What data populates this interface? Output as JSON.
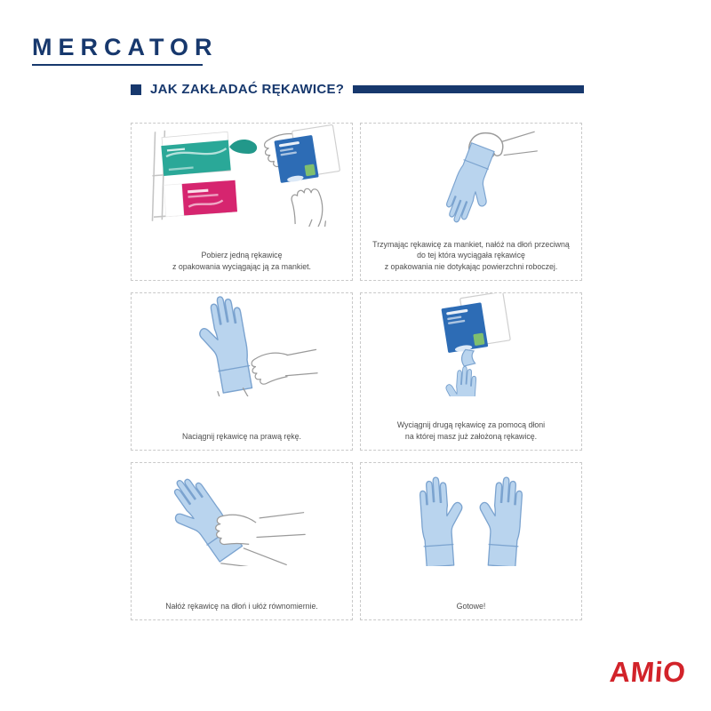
{
  "logos": {
    "mercator": "MERCATOR",
    "amio": "AMiO"
  },
  "header": {
    "title": "JAK ZAKŁADAĆ RĘKAWICE?"
  },
  "steps": [
    {
      "illustration": "glove-boxes-on-wall-rack",
      "caption": "Pobierz jedną rękawicę\nz opakowania wyciągając ją za mankiet."
    },
    {
      "illustration": "hand-holding-glove-by-cuff",
      "caption": "Trzymając rękawicę za mankiet, nałóż na dłoń przeciwną\ndo tej która wyciągała rękawicę\nz opakowania nie dotykając powierzchni roboczej."
    },
    {
      "illustration": "pulling-glove-onto-right-hand",
      "caption": "Naciągnij rękawicę na prawą rękę."
    },
    {
      "illustration": "pulling-second-glove-from-dispenser-box",
      "caption": "Wyciągnij drugą rękawicę za pomocą dłoni\nna której masz już założoną rękawicę."
    },
    {
      "illustration": "smoothing-glove-on-hand",
      "caption": "Nałóż rękawicę na dłoń i ułóż równomiernie."
    },
    {
      "illustration": "both-hands-gloved",
      "caption": "Gotowe!"
    }
  ],
  "colors": {
    "navy": "#17386d",
    "caption": "#4d4d4d",
    "panel-border": "#c9c9c9",
    "glove": "#b9d4ee",
    "glove-line": "#7ba3cf",
    "hand-line": "#9a9a9a",
    "teal": "#2aa898",
    "teal-dark": "#22988a",
    "pink": "#d6256f",
    "box-blue": "#2d6cb5",
    "box-green": "#7fbf6e",
    "amio-red": "#d2232a"
  }
}
